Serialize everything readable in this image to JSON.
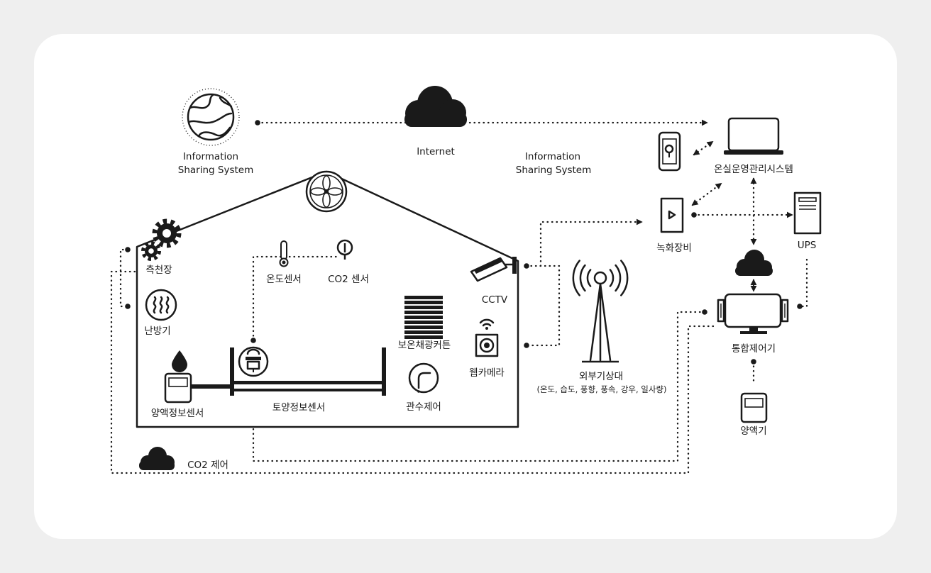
{
  "colors": {
    "background": "#efefef",
    "card": "#ffffff",
    "ink": "#1a1a1a"
  },
  "labels": {
    "info_left_line1": "Information",
    "info_left_line2": "Sharing System",
    "internet": "Internet",
    "info_right_line1": "Information",
    "info_right_line2": "Sharing System",
    "management_system": "온실운영관리시스템",
    "recorder": "녹화장비",
    "ups": "UPS",
    "integrated_controller": "통합제어기",
    "nutrient_machine": "양액기",
    "weather_station": "외부기상대",
    "weather_items": "(온도, 습도, 풍향, 풍속, 강우, 일사량)",
    "side_window": "측천장",
    "heater": "난방기",
    "temp_sensor": "온도센서",
    "co2_sensor": "CO2 센서",
    "curtain": "보온채광커튼",
    "cctv": "CCTV",
    "webcam": "웹카메라",
    "nutrient_sensor": "양액정보센서",
    "soil_sensor": "토양정보센서",
    "irrigation": "관수제어",
    "co2_control": "CO2 제어"
  },
  "icons": [
    "globe-icon",
    "cloud-icon",
    "laptop-icon",
    "smartphone-icon",
    "recorder-icon",
    "ups-server-icon",
    "controller-icon",
    "nutrient-device-icon",
    "antenna-tower-icon",
    "ventilation-fan-icon",
    "gear-icon",
    "heater-icon",
    "thermometer-icon",
    "co2-sensor-icon",
    "curtain-blinds-icon",
    "cctv-camera-icon",
    "webcam-icon",
    "water-drop-icon",
    "soil-sensor-icon",
    "faucet-icon"
  ]
}
